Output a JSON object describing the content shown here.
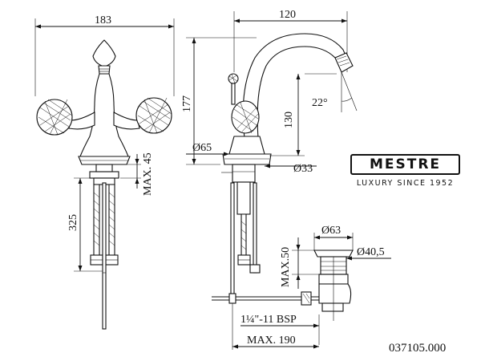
{
  "brand": {
    "logo_text": "MESTRE",
    "tagline": "LUXURY SINCE 1952"
  },
  "product_code": "037105.000",
  "front_view": {
    "width": "183",
    "height_below": "325",
    "max_depth": "MAX. 45"
  },
  "side_view": {
    "reach": "120",
    "height": "177",
    "spout_height": "130",
    "spout_angle": "22°",
    "base_diameter": "Ø65",
    "hole_diameter": "Ø33"
  },
  "drain_view": {
    "top_diameter": "Ø63",
    "outlet_diameter": "Ø40,5",
    "max_height": "MAX.50",
    "thread": "1¼\"-11 BSP",
    "max_length": "MAX. 190"
  }
}
